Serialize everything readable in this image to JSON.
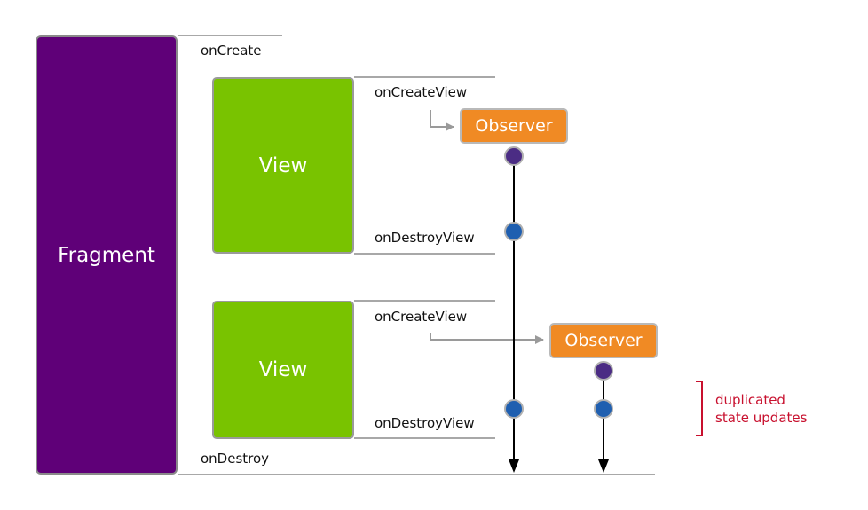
{
  "fragment": {
    "label": "Fragment"
  },
  "views": [
    {
      "label": "View"
    },
    {
      "label": "View"
    }
  ],
  "lifecycle": {
    "on_create": "onCreate",
    "on_create_view_1": "onCreateView",
    "on_destroy_view_1": "onDestroyView",
    "on_create_view_2": "onCreateView",
    "on_destroy_view_2": "onDestroyView",
    "on_destroy": "onDestroy"
  },
  "observers": [
    {
      "label": "Observer"
    },
    {
      "label": "Observer"
    }
  ],
  "annotation": {
    "line1": "duplicated",
    "line2": "state updates"
  },
  "colors": {
    "fragment": "#5f0078",
    "view": "#79c300",
    "observer": "#f08a24",
    "subscribe_dot": "#4b2c84",
    "update_dot": "#1f5fb0",
    "annotation": "#c8102e"
  }
}
